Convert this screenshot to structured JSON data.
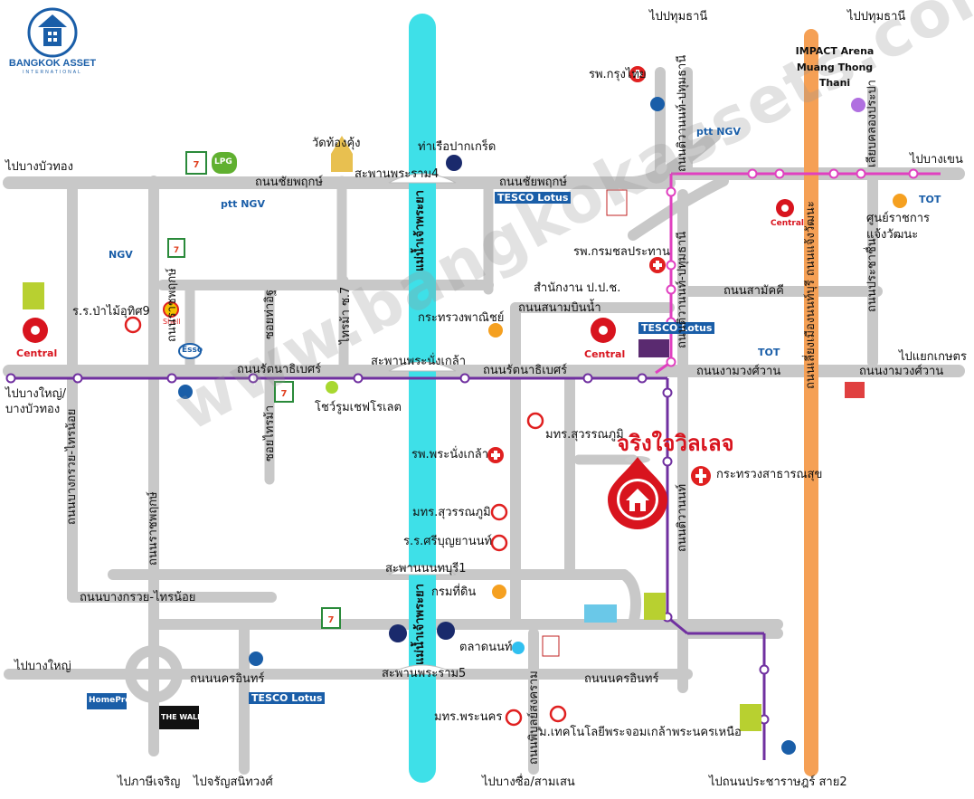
{
  "logo": {
    "name": "BANGKOK ASSET",
    "sub": "INTERNATIONAL"
  },
  "project": {
    "name": "จริงใจวิลเลจ"
  },
  "watermark": "www.bangkokassets.com",
  "colors": {
    "road": "#c8c8c8",
    "river": "#3ee0e8",
    "purple_line": "#7030a0",
    "pink_line": "#e040c0",
    "orange_road": "#f5a055",
    "marker_red": "#d8141e"
  },
  "labels": {
    "to_pathumthani_1": "ไปปทุมธานี",
    "to_pathumthani_2": "ไปปทุมธานี",
    "impact": "IMPACT Arena Muang Thong Thani",
    "to_bangbuathong": "ไปบางบัวทอง",
    "to_bangkhen": "ไปบางเขน",
    "to_bangyai_buathong": "ไปบางใหญ่/ บางบัวทอง",
    "to_yaek_kaset": "ไปแยกเกษตร",
    "to_bangyai": "ไปบางใหญ่",
    "to_phasicharoen": "ไปภาษีเจริญ",
    "to_charansanitwong": "ไปจรัญสนิทวงศ์",
    "to_bangsue_samsen": "ไปบางซื่อ/สามเสน",
    "to_prachaharat": "ไปถนนประชาราษฎร์ สาย2",
    "wat_tongkung": "วัดท้องคุ้ง",
    "pakkret_pier": "ท่าเรือปากเกร็ด",
    "hosp_krungthai": "รพ.กรุงไทย",
    "chaiyaphruek_1": "ถนนชัยพฤกษ์",
    "chaiyaphruek_2": "ถนนชัยพฤกษ์",
    "bridge_rama4": "สะพานพระราม4",
    "tot_1": "TOT",
    "tot_2": "TOT",
    "gov_center": "ศูนย์ราชการ แจ้งวัฒนะ",
    "hosp_chonprathan": "รพ.กรมชลประทาน",
    "samakkhi": "ถนนสามัคคี",
    "office_pp": "สำนักงาน ป.ป.ช.",
    "commerce_ministry": "กระทรวงพาณิชย์",
    "sanambinnam": "ถนนสนามบินน้ำ",
    "pa_mai_school": "ร.ร.ป่าไม้อุทิศ9",
    "rattanathibet_1": "ถนนรัตนาธิเบศร์",
    "rattanathibet_2": "ถนนรัตนาธิเบศร์",
    "bridge_nangklao": "สะพานพระนั่งเกล้า",
    "ngamwongwan_1": "ถนนงามวงศ์วาน",
    "ngamwongwan_2": "ถนนงามวงศ์วาน",
    "chevrolet": "โชว์รูมเชฟโรเลต",
    "sukhothai_u": "มทร.สุวรรณภูมิ",
    "hosp_nangklao": "รพ.พระนั่งเกล้า",
    "health_ministry": "กระทรวงสาธารณสุข",
    "suvarnabhumi_u": "มทร.สุวรรณภูมิ",
    "srinuchayanont": "ร.ร.ศรีบุญยานนท์",
    "bridge_nonthaburi1": "สะพานนนทบุรี1",
    "land_dept": "กรมที่ดิน",
    "bangkruai_sainoi": "ถนนบางกรวย-ไทรน้อย",
    "nonthaburi_market": "ตลาดนนท์",
    "bridge_rama5": "สะพานพระราม5",
    "nakhon_in_1": "ถนนนครอินทร์",
    "nakhon_in_2": "ถนนนครอินทร์",
    "phra_nakhon_u": "มทร.พระนคร",
    "kmutnb": "ม.เทคโนโลยีพระจอมเกล้าพระนครเหนือ",
    "chao_phraya_1": "แม่น้ำเจ้าพระยา",
    "chao_phraya_2": "แม่น้ำเจ้าพระยา",
    "ratchaphruek_1": "ถนนราชพฤกษ์",
    "ratchaphruek_2": "ถนนราชพฤกษ์",
    "bangkruai_sainoi_v": "ถนนบางกรวย-ไทรน้อย",
    "soi_thaima": "ซอยท่าอิฐ",
    "soi_sainma": "ซอยไทรม้า",
    "sainma_7": "ไทรม้า ซ.7",
    "tiwanon_1": "ถนนติวานนท์-ปทุมธานี",
    "tiwanon_2": "ถนนติวานนท์-ปทุมธานี",
    "tiwanon_3": "ถนนติวานนท์",
    "chaengwattana": "ถนนเลี่ยงเมืองนนท์บุรี ถนนแจ้งวัฒนะ",
    "liab_klong": "เลียบคลองประปา",
    "pracha_chuen": "ถนนประชาชื่น",
    "phibun": "ถนนพิบูลย์สงคราม",
    "tesco_1": "TESCO Lotus",
    "tesco_2": "TESCO Lotus",
    "tesco_3": "TESCO Lotus",
    "central_1": "Central",
    "central_2": "Central",
    "central_3": "Central",
    "homepro": "HomePro",
    "thewalk": "THE WALK",
    "lpg": "LPG",
    "ptt_1": "ptt NGV",
    "ptt_2": "ptt NGV",
    "ptt_3": "NGV",
    "esso": "Esso",
    "shell": "Shell"
  }
}
